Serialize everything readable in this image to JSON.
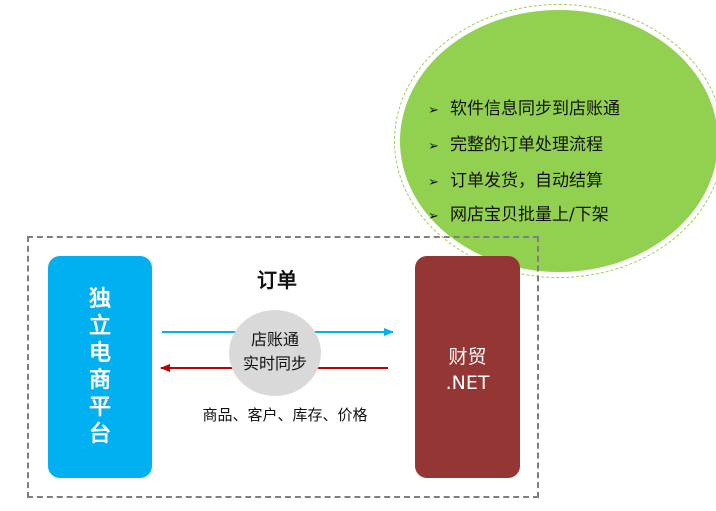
{
  "features": [
    "软件信息同步到店账通",
    "完整的订单处理流程",
    "订单发货，自动结算",
    "网店宝贝批量上/下架"
  ],
  "bullet_glyph": "➢",
  "left_box": {
    "chars": [
      "独",
      "立",
      "电",
      "商",
      "平",
      "台"
    ],
    "color": "#00b0f0"
  },
  "right_box": {
    "line1": "财贸",
    "line2": ".NET",
    "color": "#943634"
  },
  "order_label": "订单",
  "sync_hub": {
    "line1": "店账通",
    "line2": "实时同步"
  },
  "sync_items": "商品、客户、库存、价格",
  "colors": {
    "ellipse": "#92d050",
    "arrow_right": "#00b0f0",
    "arrow_left": "#c00000",
    "hub": "#d9d9d9",
    "frame": "#7f7f7f"
  }
}
